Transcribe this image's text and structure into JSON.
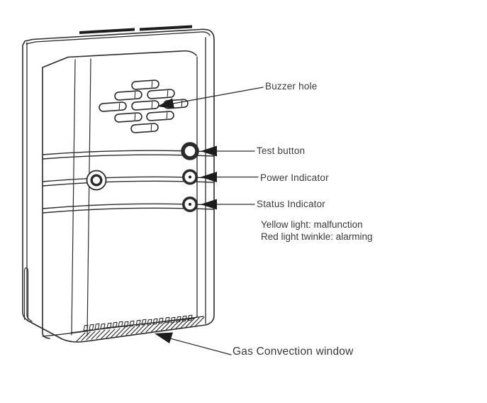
{
  "canvas": {
    "background_color": "#ffffff",
    "line_color": "#2b2b2b",
    "text_color": "#3a3a3a"
  },
  "diagram": {
    "labels": {
      "buzzer_hole": "Buzzer hole",
      "test_button": "Test button",
      "power_indicator": "Power Indicator",
      "status_indicator": "Status Indicator",
      "gas_window": "Gas Convection window"
    },
    "notes": {
      "line1": "Yellow light: malfunction",
      "line2": "Red light twinkle: alarming"
    }
  }
}
